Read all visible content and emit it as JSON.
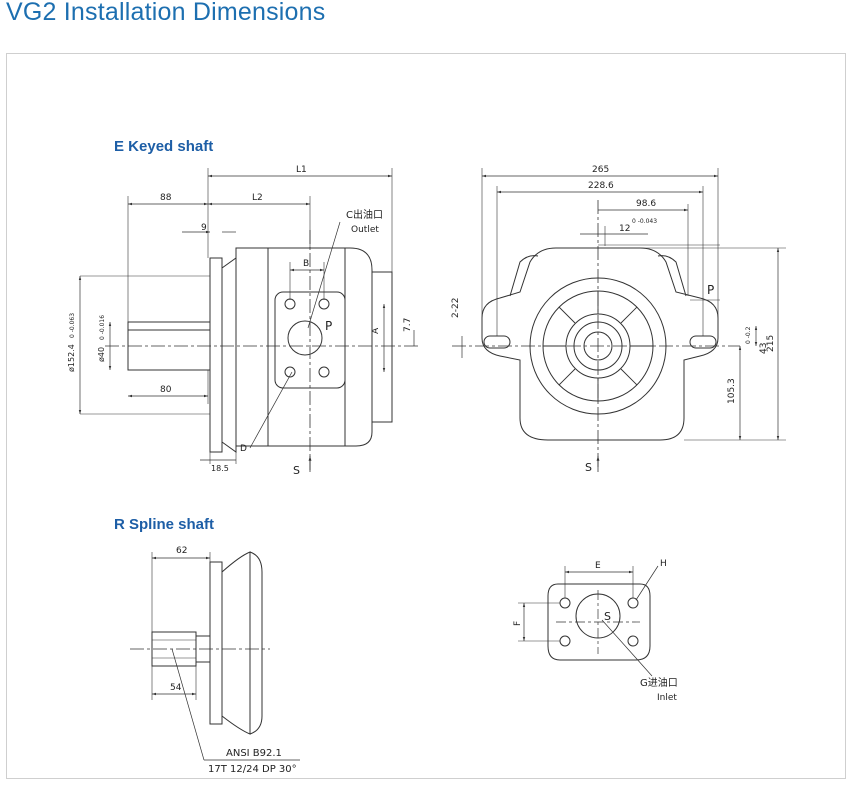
{
  "page": {
    "title": "VG2 Installation Dimensions"
  },
  "sections": {
    "keyed": {
      "title": "E Keyed shaft"
    },
    "spline": {
      "title": "R Spline shaft"
    }
  },
  "side_view": {
    "dims": {
      "l1": "L1",
      "d88": "88",
      "l2": "L2",
      "d9": "9",
      "d80": "80",
      "d18_5": "18.5",
      "b": "B",
      "a": "A",
      "d7_7": "7.7",
      "p": "P",
      "d": "D",
      "s": "S",
      "phi152": "ø152.4",
      "phi152_tol": "0 -0.063",
      "phi40": "ø40",
      "phi40_tol": "0 -0.016"
    },
    "outlet_cn": "C出油口",
    "outlet_en": "Outlet"
  },
  "front_view": {
    "dims": {
      "d265": "265",
      "d228_6": "228.6",
      "d98_6": "98.6",
      "d12": "12",
      "d12_tol": "0 -0.043",
      "d2_22": "2-22",
      "d43": "43",
      "d43_tol": "0 -0.2",
      "d105_3": "105.3",
      "d215": "215",
      "p": "P",
      "s": "S"
    }
  },
  "spline_view": {
    "dims": {
      "d62": "62",
      "d54": "54"
    },
    "spec_line1": "ANSI B92.1",
    "spec_line2": "17T 12/24 DP 30°"
  },
  "inlet_view": {
    "dims": {
      "e": "E",
      "f": "F",
      "h": "H",
      "s": "S"
    },
    "inlet_cn": "G进油口",
    "inlet_en": "Inlet"
  }
}
